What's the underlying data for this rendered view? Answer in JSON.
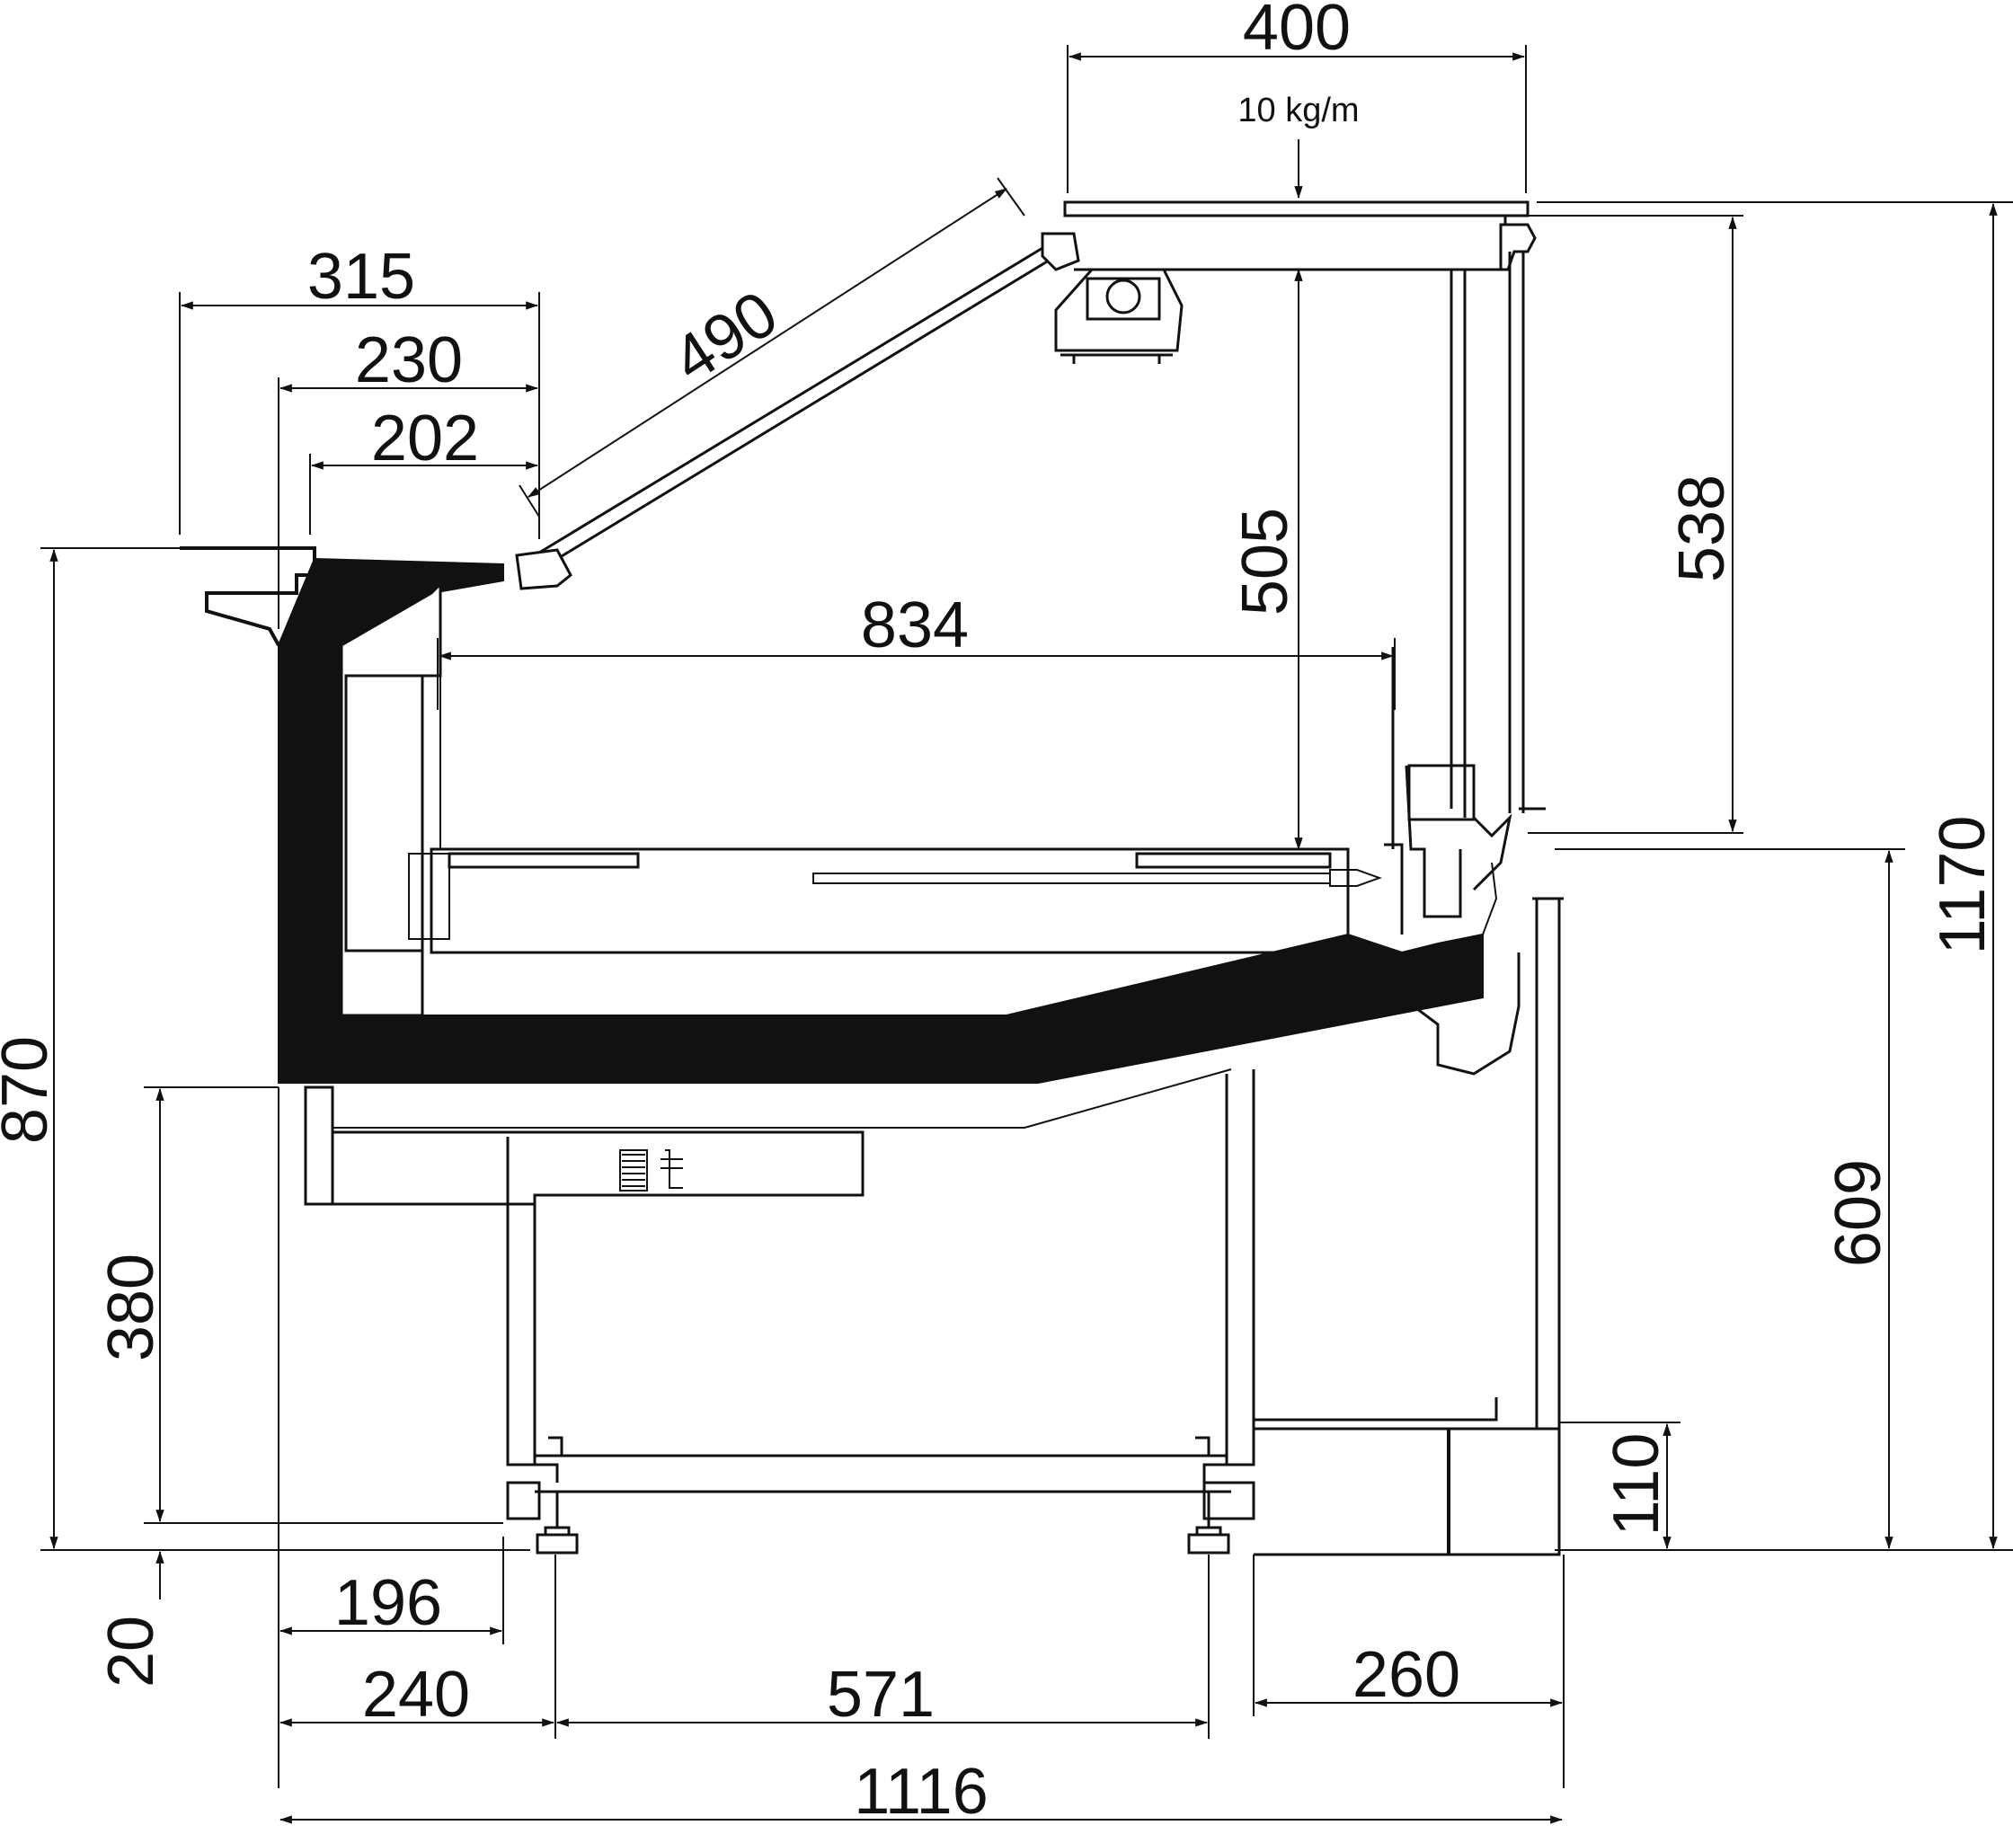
{
  "diagram": {
    "load_label": "10 kg/m",
    "dimensions": {
      "top_width": "400",
      "glass_length": "490",
      "top_315": "315",
      "top_230": "230",
      "top_202": "202",
      "tray_length": "834",
      "inner_height": "505",
      "glass_height": "538",
      "total_height": "1170",
      "counter_height": "870",
      "under_height": "380",
      "foot_height": "20",
      "back_height": "609",
      "kick_height": "110",
      "front_offset": "196",
      "foot_front": "240",
      "foot_span": "571",
      "rear_depth": "260",
      "total_depth": "1116"
    }
  }
}
